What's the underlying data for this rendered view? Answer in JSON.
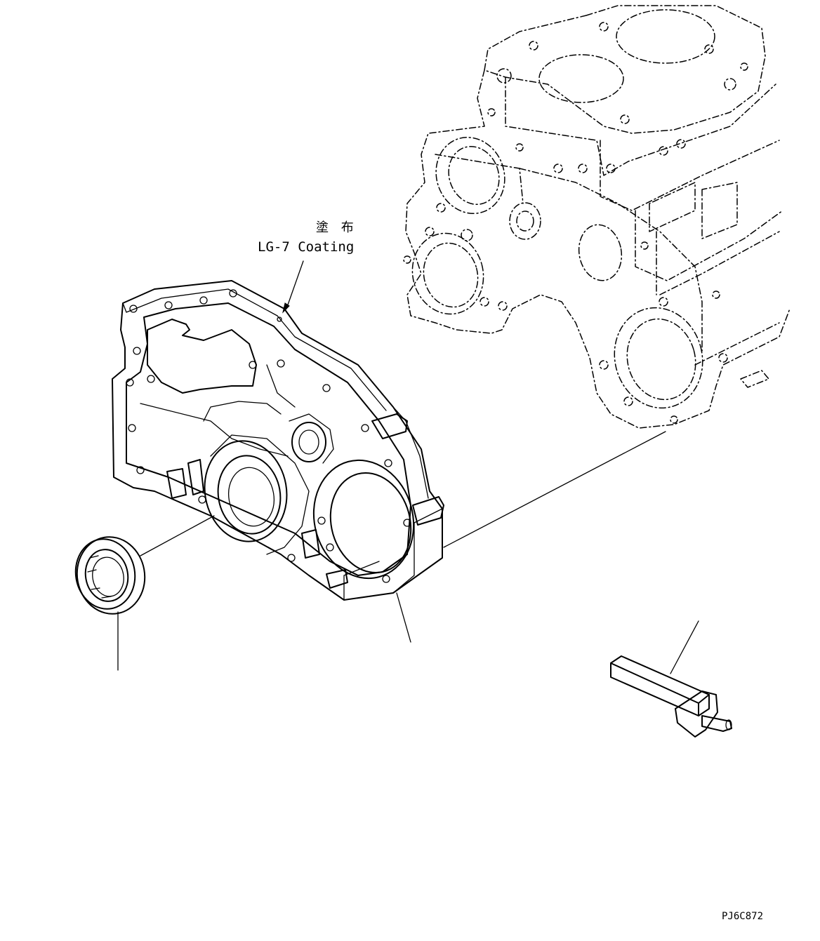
{
  "annotation": {
    "japanese": "塗 布",
    "coating": "LG-7 Coating"
  },
  "drawing_code": "PJ6C872"
}
